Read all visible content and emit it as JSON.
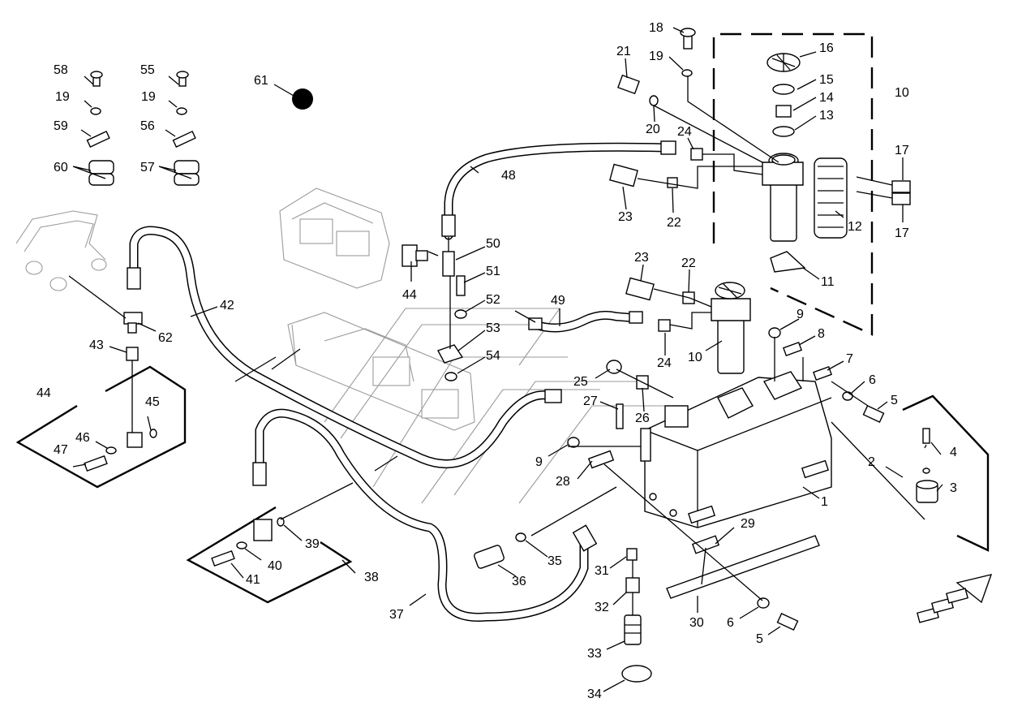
{
  "diagram": {
    "labels": [
      "1",
      "2",
      "3",
      "4",
      "5",
      "5",
      "6",
      "6",
      "7",
      "8",
      "9",
      "9",
      "10",
      "10",
      "11",
      "12",
      "13",
      "14",
      "15",
      "16",
      "17",
      "17",
      "18",
      "19",
      "19",
      "19",
      "20",
      "21",
      "22",
      "22",
      "23",
      "23",
      "24",
      "24",
      "25",
      "26",
      "27",
      "28",
      "29",
      "30",
      "31",
      "32",
      "33",
      "34",
      "35",
      "36",
      "37",
      "38",
      "39",
      "40",
      "41",
      "42",
      "43",
      "44",
      "44",
      "45",
      "46",
      "47",
      "48",
      "49",
      "50",
      "51",
      "52",
      "53",
      "54",
      "55",
      "56",
      "57",
      "58",
      "59",
      "60",
      "61",
      "62"
    ]
  }
}
